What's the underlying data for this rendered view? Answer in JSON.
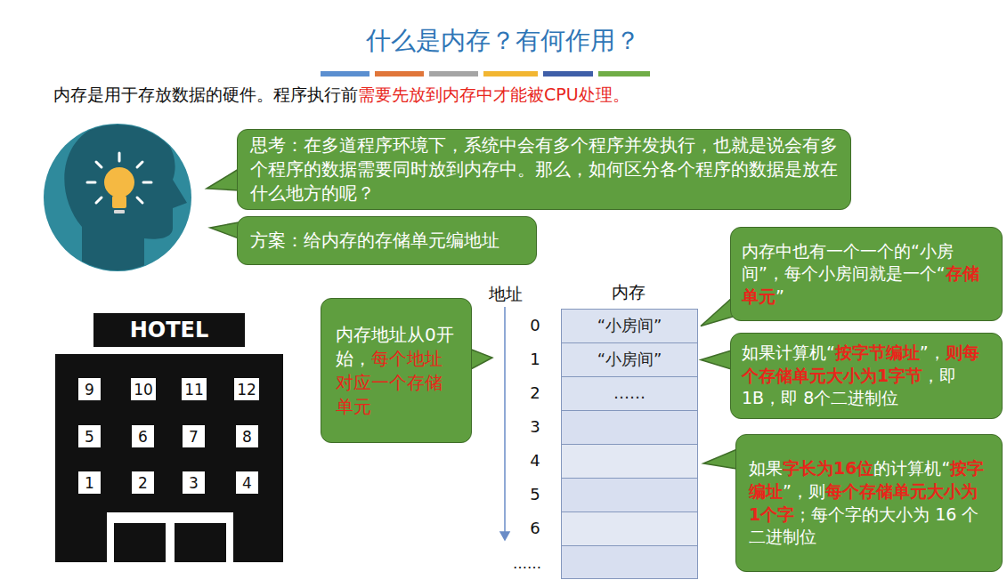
{
  "diagram": {
    "title": "什么是内存？有何作用？",
    "nodes": [
      {
        "text": [
          "思考：在多道程序环境下，系统中会有多个程序并发执行，也就是说会有多个程序的数据需要同时放到内存中。那么，如何区分各个程序的数据是放在什么地方的呢？"
        ]
      },
      {
        "text": [
          "方案：给内存的存储单元编地址"
        ]
      },
      {
        "text": [
          "内存地址从0开始，",
          "每个地址对应一个存储单元"
        ]
      },
      {
        "text": [
          "内存中也有一个一个的“小房间”，每个小房间就是一个“",
          "存储单元",
          "”"
        ]
      },
      {
        "text": [
          "如果计算机“",
          "按字节编址",
          "”，",
          "则每个存储单元大小为1字节",
          "，即 1B，即 8个二进制位"
        ]
      },
      {
        "text": [
          "如果",
          "字长为16位",
          "的计算机“",
          "按字编址",
          "”，则",
          "每个存储单元大小为1个字",
          "；每个字的大小为 16 个二进制位"
        ]
      },
      {
        "text": [
          "“小房间”"
        ]
      },
      {
        "text": [
          "“小房间”"
        ]
      },
      {
        "text": [
          "……"
        ]
      }
    ],
    "edges": [
      {
        "from": 3,
        "to": 6,
        "arrow": "to"
      },
      {
        "from": 4,
        "to": 7,
        "arrow": "to"
      }
    ],
    "labels": [
      "内存是用于存放数据的硬件。程序执行前",
      "需要先放到内存中才能被CPU处理。",
      "HOTEL",
      "9",
      "10",
      "11",
      "12",
      "5",
      "6",
      "7",
      "8",
      "1",
      "2",
      "3",
      "4",
      "地址",
      "内存",
      "0",
      "1",
      "2",
      "3",
      "4",
      "5",
      "6",
      "……"
    ]
  }
}
